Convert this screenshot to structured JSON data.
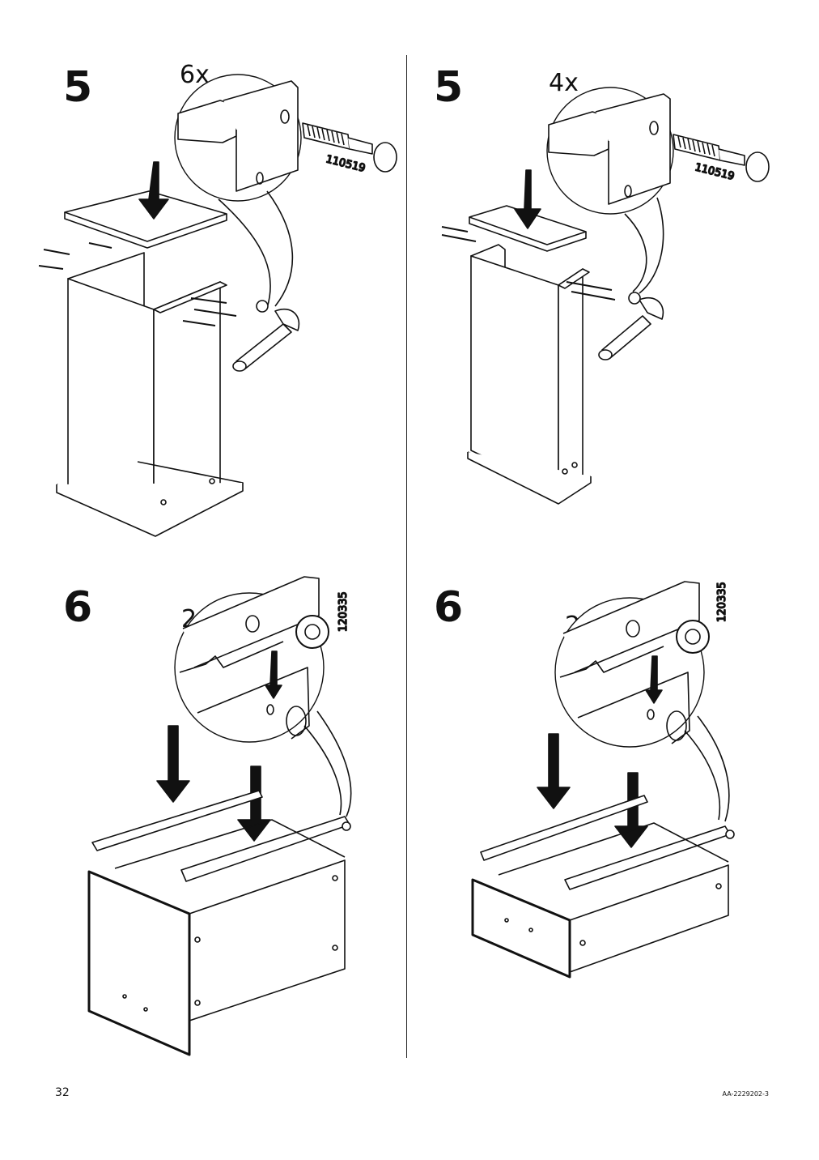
{
  "page_number": "32",
  "document_code": "AA-2229202-3",
  "panels": [
    {
      "step": "5",
      "quantity": "6x",
      "part_number": "110519"
    },
    {
      "step": "5",
      "quantity": "4x",
      "part_number": "110519"
    },
    {
      "step": "6",
      "quantity": "2x",
      "part_number": "120335"
    },
    {
      "step": "6",
      "quantity": "2x",
      "part_number": "120335"
    }
  ]
}
